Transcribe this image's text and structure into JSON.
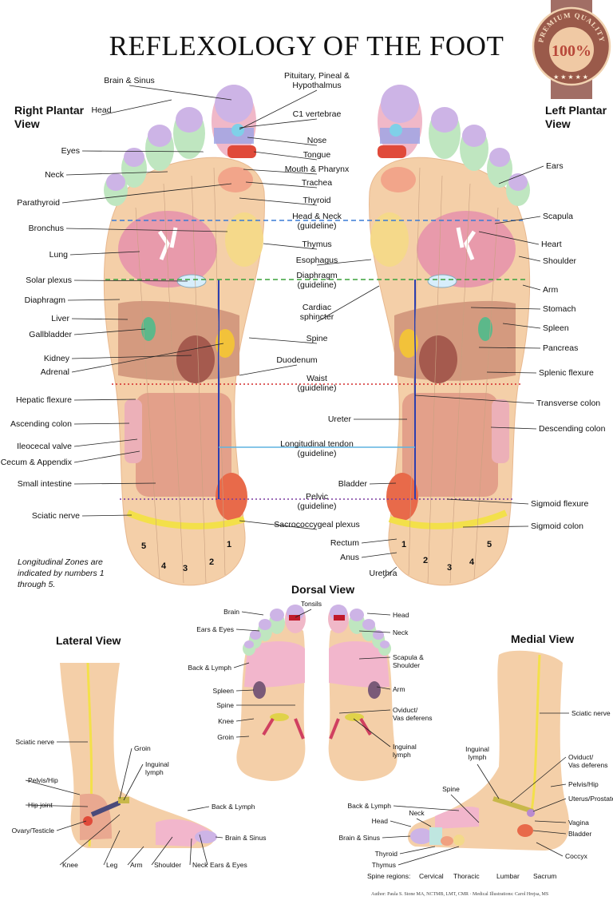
{
  "title": "REFLEXOLOGY OF THE FOOT",
  "views": {
    "right_plantar": "Right Plantar View",
    "left_plantar": "Left Plantar View",
    "dorsal": "Dorsal View",
    "lateral": "Lateral View",
    "medial": "Medial View"
  },
  "zones_note": "Longitudinal Zones are indicated by numbers 1 through 5.",
  "zone_numbers_left": [
    "5",
    "4",
    "3",
    "2",
    "1"
  ],
  "zone_numbers_right": [
    "1",
    "2",
    "3",
    "4",
    "5"
  ],
  "plantar_left_labels": [
    "Brain & Sinus",
    "Head",
    "Eyes",
    "Neck",
    "Parathyroid",
    "Bronchus",
    "Lung",
    "Solar plexus",
    "Diaphragm",
    "Liver",
    "Gallbladder",
    "Kidney",
    "Adrenal",
    "Hepatic flexure",
    "Ascending colon",
    "Ileocecal valve",
    "Cecum & Appendix",
    "Small intestine",
    "Sciatic nerve"
  ],
  "plantar_center_labels": [
    "Pituitary, Pineal &\nHypothalmus",
    "C1 vertebrae",
    "Nose",
    "Tongue",
    "Mouth & Pharynx",
    "Trachea",
    "Thyroid",
    "Head & Neck\n(guideline)",
    "Thymus",
    "Esophagus",
    "Diaphragm\n(guideline)",
    "Cardiac\nsphincter",
    "Spine",
    "Duodenum",
    "Waist\n(guideline)",
    "Ureter",
    "Longitudinal tendon\n(guideline)",
    "Bladder",
    "Pelvic\n(guideline)",
    "Sacrococcygeal plexus",
    "Rectum",
    "Anus",
    "Urethra"
  ],
  "plantar_right_labels": [
    "Ears",
    "Scapula",
    "Heart",
    "Shoulder",
    "Arm",
    "Stomach",
    "Spleen",
    "Pancreas",
    "Splenic flexure",
    "Transverse colon",
    "Descending colon",
    "Sigmoid flexure",
    "Sigmoid colon"
  ],
  "dorsal_labels": [
    "Brain",
    "Tonsils",
    "Head",
    "Ears & Eyes",
    "Neck",
    "Back & Lymph",
    "Scapula &\nShoulder",
    "Spleen",
    "Arm",
    "Spine",
    "Knee",
    "Oviduct/\nVas deferens",
    "Groin",
    "Inguinal\nlymph"
  ],
  "lateral_labels": [
    "Sciatic nerve",
    "Groin",
    "Inguinal\nlymph",
    "Pelvis/Hip",
    "Hip joint",
    "Ovary/Testicle",
    "Knee",
    "Leg",
    "Arm",
    "Shoulder",
    "Neck",
    "Ears & Eyes",
    "Back & Lymph",
    "Brain & Sinus"
  ],
  "medial_labels": [
    "Sciatic nerve",
    "Inguinal\nlymph",
    "Oviduct/\nVas deferens",
    "Pelvis/Hip",
    "Uterus/Prostate",
    "Spine",
    "Back & Lymph",
    "Neck",
    "Head",
    "Vagina",
    "Brain & Sinus",
    "Bladder",
    "Thyroid",
    "Coccyx",
    "Thymus",
    "Spine regions:",
    "Cervical",
    "Thoracic",
    "Lumbar",
    "Sacrum"
  ],
  "credit": "Author: Paula S. Stone MA, NCTMB, LMT, CMR · Medical Illustrations: Carol Hrejsa, MS",
  "badge": {
    "arc_text": "PREMIUM QUALITY",
    "value": "100%",
    "stars": 5
  },
  "guideline_colors": {
    "head_neck": "#3a7bd5",
    "diaphragm": "#3aa23a",
    "waist": "#d42a2a",
    "longitudinal_tendon": "#5fb4e0",
    "pelvic": "#7a3aa0"
  },
  "colors": {
    "skin": "#f4cfa8",
    "lung": "#e89aab",
    "spine_line": "#2c3fb0",
    "sciatic": "#f3e04a",
    "badge": "#8a4a3e"
  }
}
